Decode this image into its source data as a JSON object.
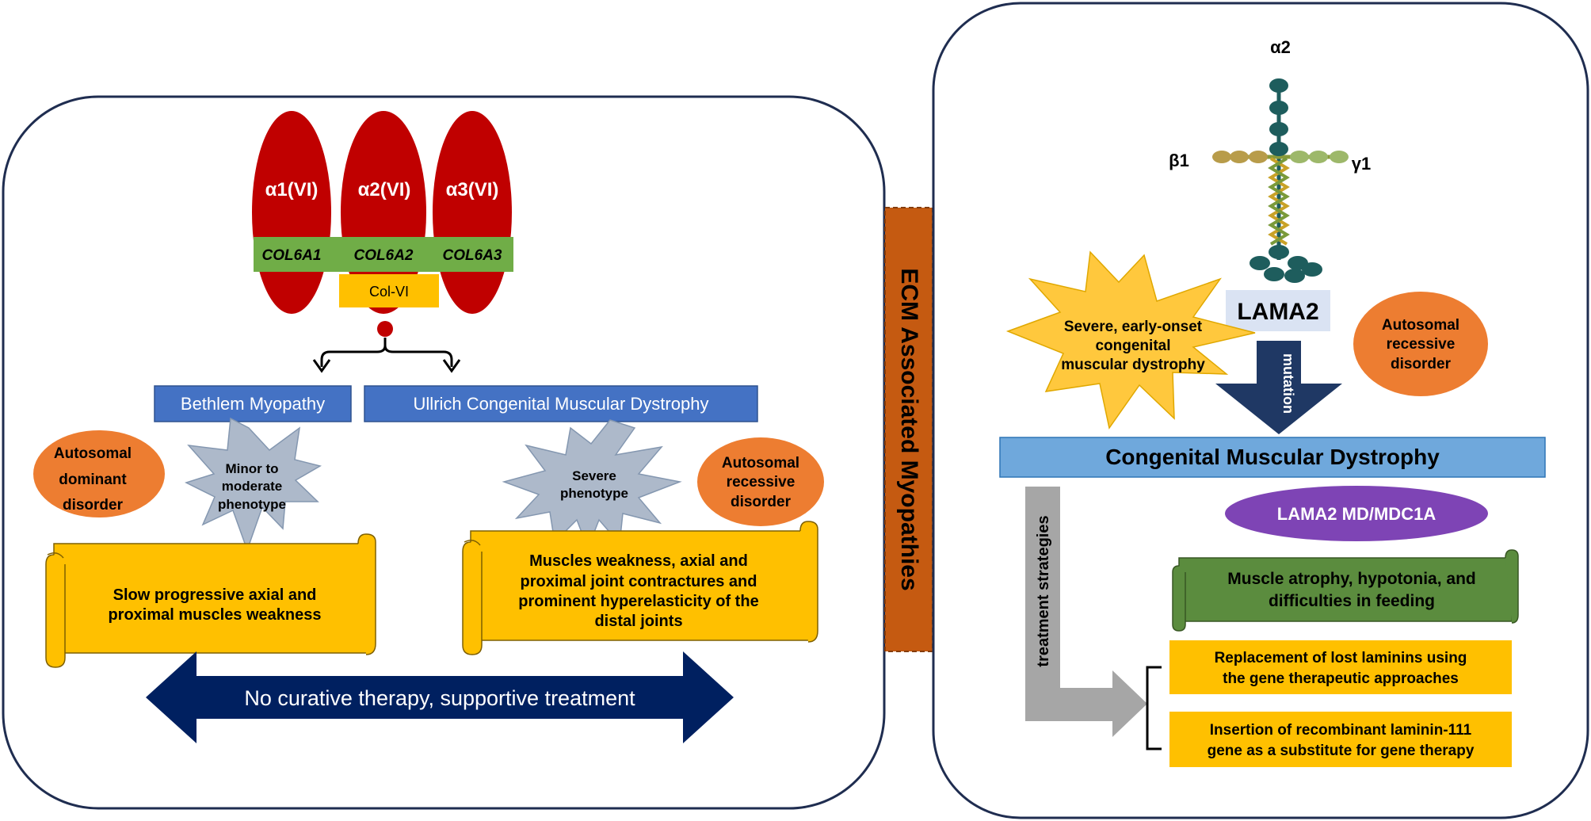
{
  "left": {
    "chains": [
      "α1(VI)",
      "α2(VI)",
      "α3(VI)"
    ],
    "genes": [
      "COL6A1",
      "COL6A2",
      "COL6A3"
    ],
    "collagen_label": "Col-VI",
    "bethlem": {
      "title": "Bethlem Myopathy",
      "inheritance": [
        "Autosomal",
        "dominant",
        "disorder"
      ],
      "phenotype": [
        "Minor to",
        "moderate",
        "phenotype"
      ],
      "symptoms": [
        "Slow progressive axial and",
        "proximal muscles weakness"
      ]
    },
    "ullrich": {
      "title": "Ullrich Congenital Muscular Dystrophy",
      "inheritance": [
        "Autosomal",
        "recessive",
        "disorder"
      ],
      "phenotype": [
        "Severe",
        "phenotype"
      ],
      "symptoms": [
        "Muscles weakness, axial and",
        "proximal joint contractures and",
        "prominent hyperelasticity of the",
        "distal joints"
      ]
    },
    "therapy": "No curative therapy, supportive treatment"
  },
  "center_label": "ECM Associated Myopathies",
  "right": {
    "laminin_chains": {
      "alpha": "α2",
      "beta": "β1",
      "gamma": "γ1"
    },
    "gene": "LAMA2",
    "onset": [
      "Severe, early-onset",
      "congenital",
      "muscular dystrophy"
    ],
    "inheritance": [
      "Autosomal",
      "recessive",
      "disorder"
    ],
    "mutation": "mutation",
    "disease": "Congenital Muscular Dystrophy",
    "subtype": "LAMA2 MD/MDC1A",
    "symptoms": [
      "Muscle atrophy, hypotonia, and",
      "difficulties in feeding"
    ],
    "treatment_label": "treatment strategies",
    "treatments": [
      [
        "Replacement of lost laminins using",
        "the gene therapeutic approaches"
      ],
      [
        "Insertion of recombinant laminin-111",
        "gene as a substitute  for gene therapy"
      ]
    ]
  },
  "colors": {
    "dark_red": "#c00000",
    "green_band": "#70ad47",
    "yellow": "#ffc000",
    "blue_box": "#4472c4",
    "orange": "#ed7d31",
    "grey_star": "#adb9ca",
    "navy": "#002060",
    "ecm_bar": "#c55a11",
    "light_blue": "#6fa8dc",
    "purple": "#7e44b5",
    "dark_green": "#5b8c3e",
    "laminin_teal": "#1e5d5d",
    "gold_star": "#ffc83d"
  }
}
